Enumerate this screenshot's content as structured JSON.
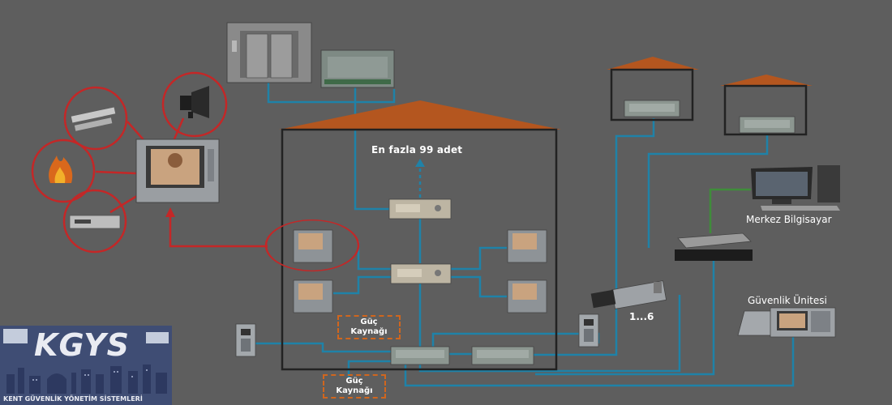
{
  "labels": {
    "max_units": "En fazla 99 adet",
    "central_pc": "Merkez Bilgisayar",
    "security_unit": "Güvenlik Ünitesi",
    "camera_range": "1...6"
  },
  "power_supply": {
    "line1": "Güç",
    "line2": "Kaynağı"
  },
  "logo": {
    "wordmark": "KGYS",
    "subtitle": "KENT GÜVENLİK YÖNETİM SİSTEMLERİ"
  },
  "colors": {
    "background": "#5e5e5e",
    "cable_blue": "#1f82a8",
    "cable_green": "#3f8c3a",
    "alarm_red": "#c42727",
    "roof_orange": "#b4561f",
    "outline": "#222222",
    "psu_dash": "#d0661e",
    "logo_bg": "#3f4d74"
  },
  "icons": [
    "elevator-icon",
    "controller-icon",
    "siren-icon",
    "door-contact-icon",
    "fire-icon",
    "dvr-icon",
    "intercom-monitor-icon",
    "switch-icon",
    "cctv-camera-icon",
    "desktop-pc-icon",
    "door-panel-icon"
  ]
}
